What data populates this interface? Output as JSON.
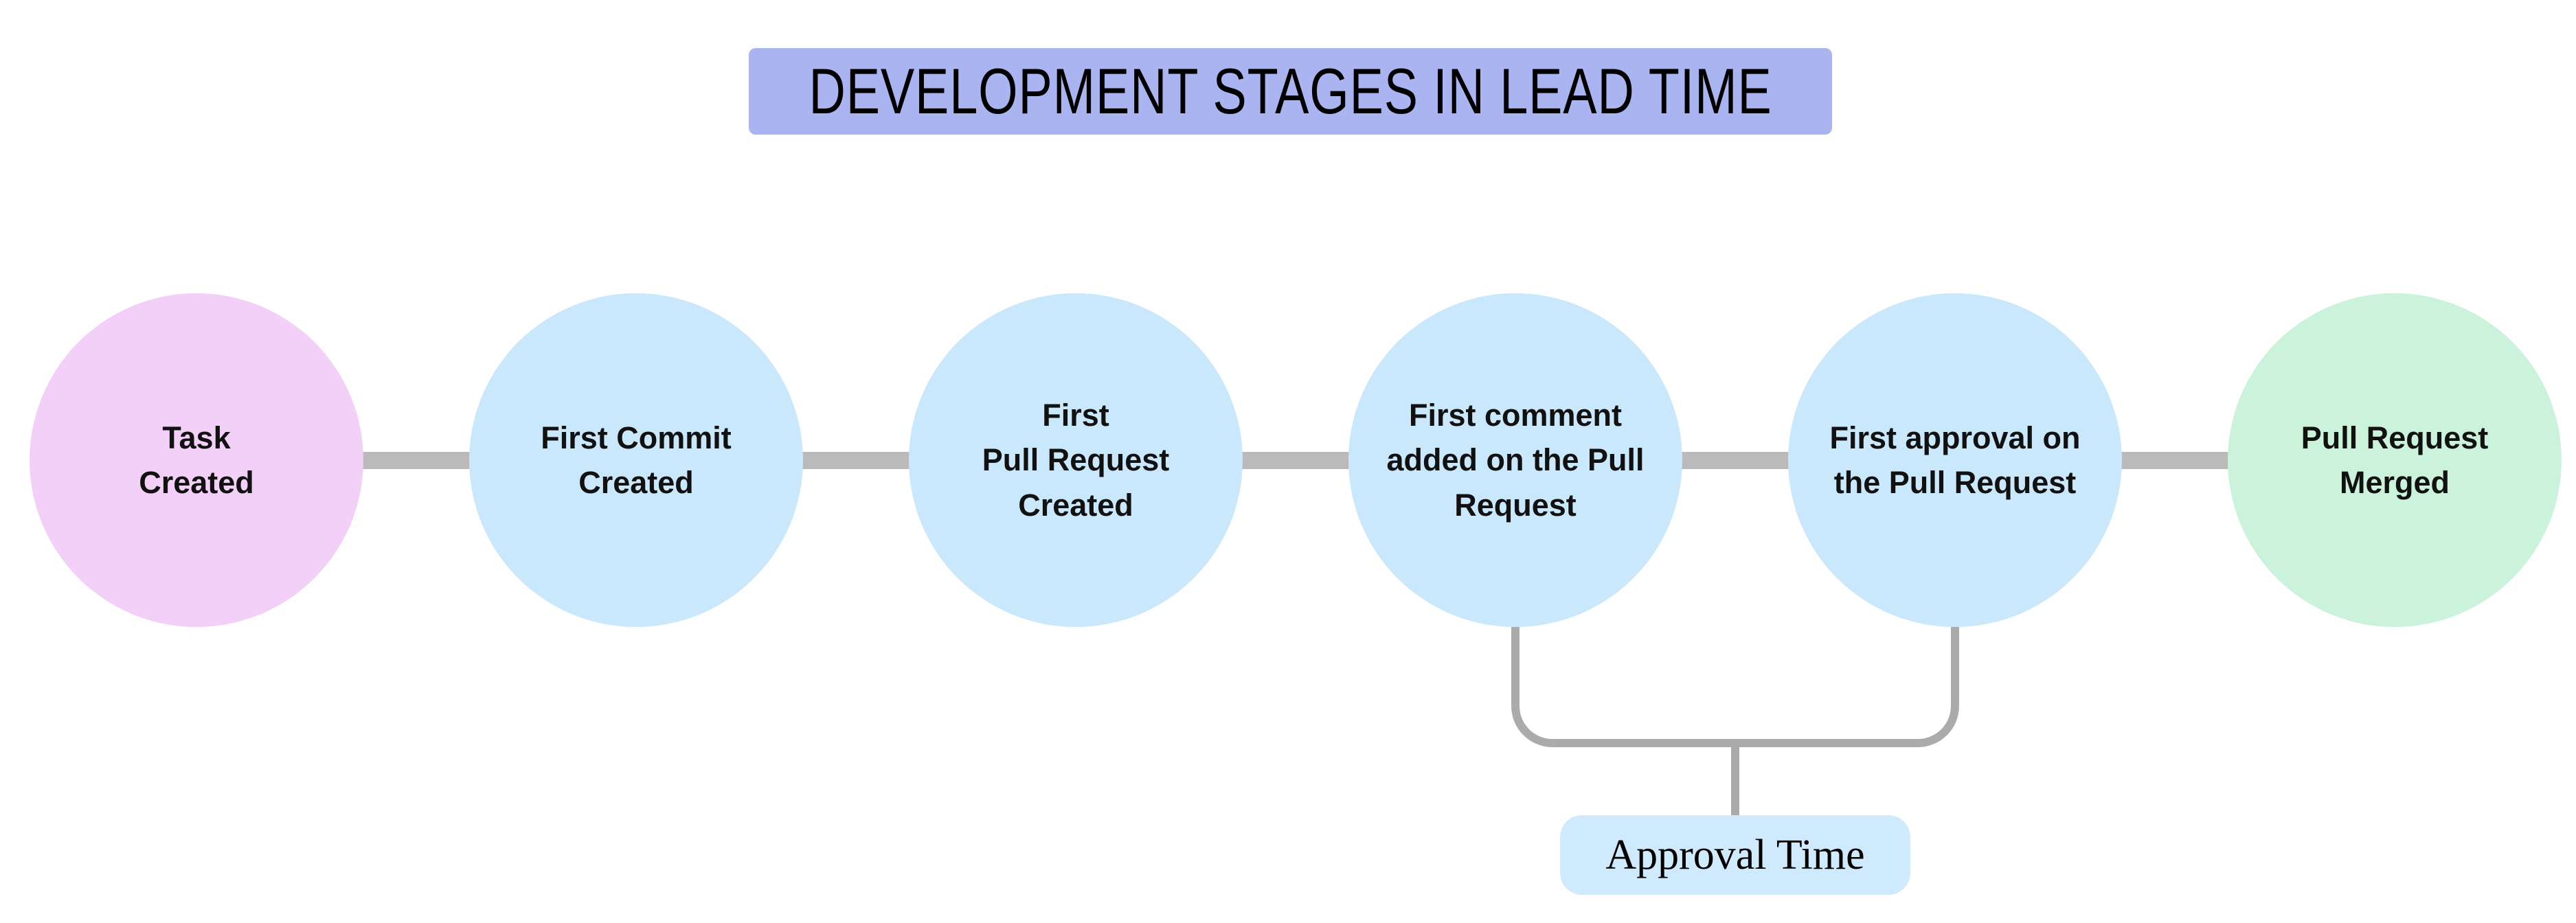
{
  "title": {
    "text": "DEVELOPMENT STAGES IN LEAD TIME",
    "bg": "#aab4f0"
  },
  "stages": [
    {
      "label": "Task\nCreated",
      "fill": "#f3d0f7"
    },
    {
      "label": "First Commit\nCreated",
      "fill": "#cae8fb"
    },
    {
      "label": "First\nPull Request\nCreated",
      "fill": "#cae8fb"
    },
    {
      "label": "First comment\nadded on the Pull\nRequest",
      "fill": "#cae8fb"
    },
    {
      "label": "First approval on\nthe Pull Request",
      "fill": "#cae8fb"
    },
    {
      "label": "Pull Request\nMerged",
      "fill": "#cbf2da"
    }
  ],
  "annotation": {
    "label": "Approval Time",
    "bg": "#cfeafc"
  },
  "colors": {
    "connector": "#bababa",
    "bracket": "#ababab"
  }
}
